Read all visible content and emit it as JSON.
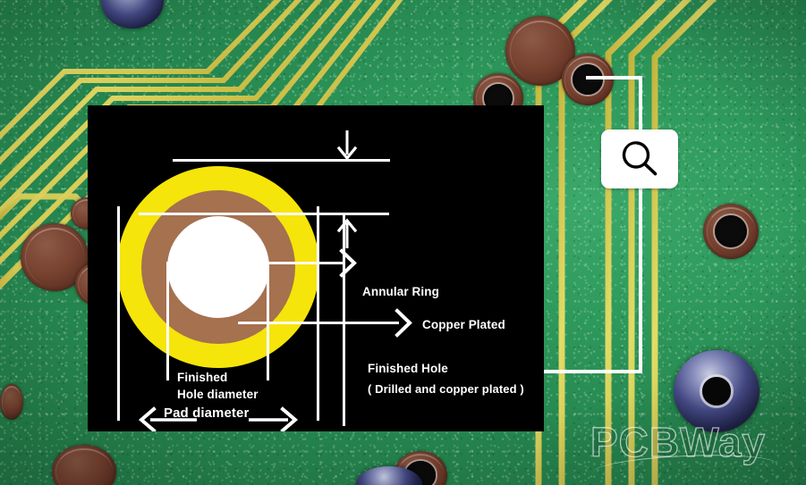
{
  "image": {
    "subject": "PCB annular ring / plated through hole diagram overlaid on a green printed circuit board photo",
    "watermark": "PCBWay"
  },
  "callout": {
    "magnifier_icon": "search-icon",
    "frame_label": "zoom-callout-bracket"
  },
  "diagram": {
    "background_color": "#000000",
    "ring_colors": {
      "pad_outer": "#f5e50a",
      "copper_plating": "#a5714f",
      "finished_hole": "#ffffff",
      "annotation": "#ffffff"
    },
    "labels": {
      "annular_ring": "Annular Ring",
      "finished_hole": "Finished Hole",
      "finished_hole_sub": "( Drilled and copper plated )",
      "copper_plated": "Copper Plated",
      "finished_line1": "Finished",
      "finished_line2": "Hole diameter",
      "pad_diameter": "Pad diameter"
    }
  }
}
